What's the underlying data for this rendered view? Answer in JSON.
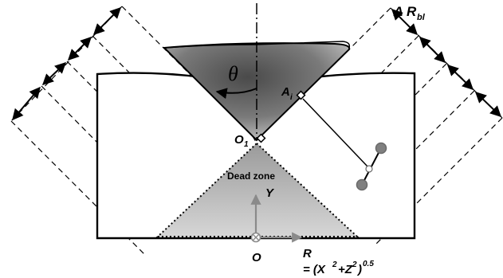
{
  "labels": {
    "theta": "θ",
    "delta": "Δ",
    "r_bl": "R",
    "r_bl_sub": "bl",
    "a": "A",
    "a_sub": "i",
    "o1": "O",
    "o1_sub": "1",
    "dead_zone": "Dead zone",
    "y_axis": "Y",
    "origin": "O",
    "r_axis": "R",
    "formula_eq": "= (X",
    "formula_sq1": "2",
    "formula_plus": "+Z",
    "formula_sq2": "2",
    "formula_close": ")",
    "formula_exp": "0.5"
  },
  "colors": {
    "ink": "#000000",
    "cone_dark": "#5a5a5a",
    "cone_light": "#d4d4d4",
    "dead_zone": "#bdbdbd",
    "axis_arrow": "#8a8a8a",
    "droplet": "#808080"
  }
}
